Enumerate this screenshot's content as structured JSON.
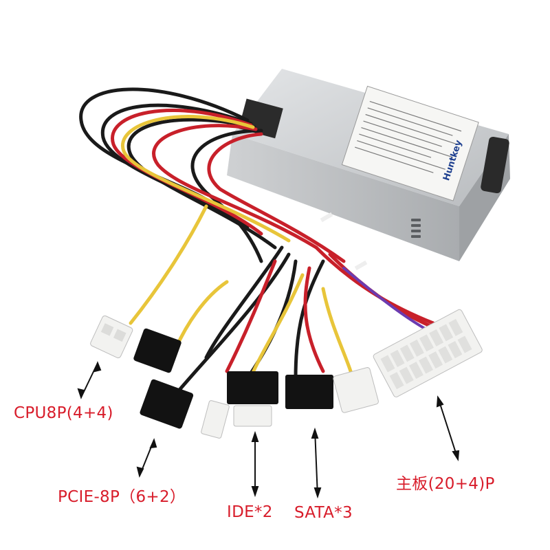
{
  "product": {
    "brand_on_label": "Huntkey"
  },
  "annotations": [
    {
      "id": "cpu",
      "text": "CPU8P(4+4)"
    },
    {
      "id": "pcie",
      "text": "PCIE-8P（6+2）"
    },
    {
      "id": "ide",
      "text": "IDE*2"
    },
    {
      "id": "sata",
      "text": "SATA*3"
    },
    {
      "id": "mb",
      "text": "主板(20+4)P"
    }
  ],
  "colors": {
    "annotation_text": "#d81c2a",
    "arrow": "#111111",
    "psu_case": "#c9cbcd",
    "wire_black": "#1a1a1a",
    "wire_red": "#c8202a",
    "wire_yellow": "#e8c53a",
    "connector_white": "#f2f2f0",
    "connector_black": "#121212"
  }
}
